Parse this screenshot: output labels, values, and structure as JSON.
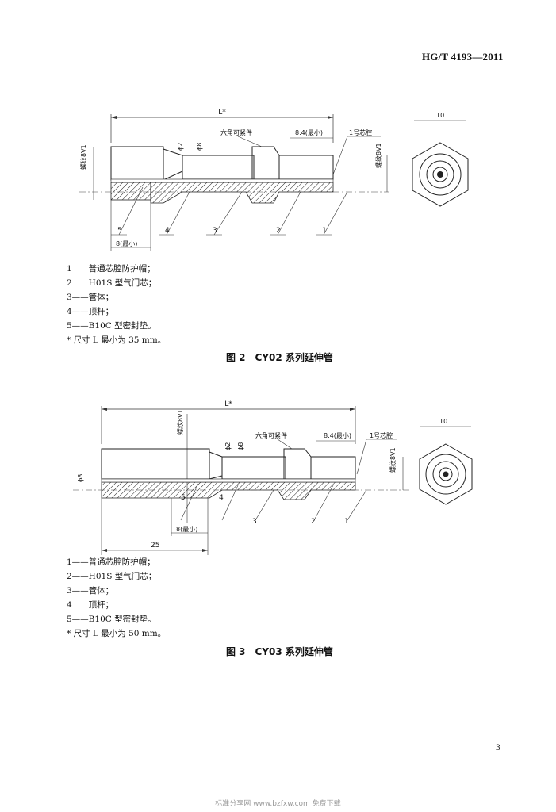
{
  "header": {
    "standard_no": "HG/T 4193—2011"
  },
  "figure2": {
    "dims": {
      "L": "L*",
      "hex_nut": "六角可紧件",
      "min_84": "8.4(最小)",
      "core": "1号芯腔",
      "phi2": "ϕ2",
      "phi8": "ϕ8",
      "thread_left": "螺纹8V1",
      "thread_right": "螺纹8V1",
      "min_8": "8(最小)",
      "end_width": "10"
    },
    "callouts": [
      "5",
      "4",
      "3",
      "2",
      "1"
    ],
    "legend": [
      "1　　普通芯腔防护帽；",
      "2　　H01S 型气门芯；",
      "3——管体；",
      "4——顶杆；",
      "5——B10C 型密封垫。",
      "* 尺寸 L 最小为 35 mm。"
    ],
    "caption": "图 2　CY02 系列延伸管"
  },
  "figure3": {
    "dims": {
      "L": "L*",
      "hex_nut": "六角可紧件",
      "min_84": "8.4(最小)",
      "core": "1号芯腔",
      "phi2": "ϕ2",
      "phi8": "ϕ8",
      "phi8_left": "ϕ8",
      "thread_top": "螺纹8V1",
      "thread_right": "螺纹8V1",
      "min_8": "8(最小)",
      "len_25": "25",
      "end_width": "10"
    },
    "callouts": [
      "5",
      "4",
      "3",
      "2",
      "1"
    ],
    "legend": [
      "1——普通芯腔防护帽；",
      "2——H01S 型气门芯；",
      "3——管体；",
      "4　　顶杆；",
      "5——B10C 型密封垫。",
      "* 尺寸 L 最小为 50 mm。"
    ],
    "caption": "图 3　CY03 系列延伸管"
  },
  "page_number": "3",
  "footer": "标准分享网 www.bzfxw.com 免费下载"
}
